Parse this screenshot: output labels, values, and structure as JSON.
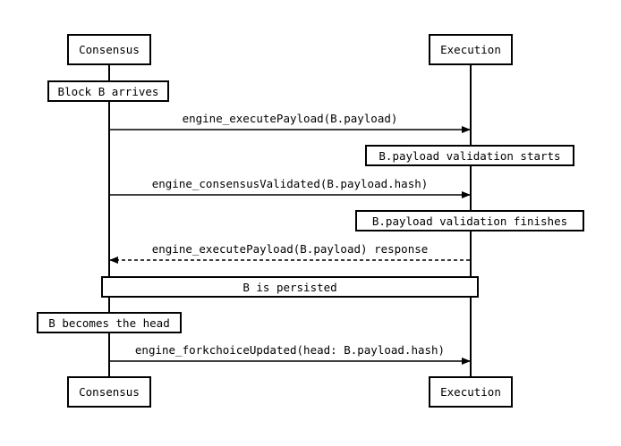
{
  "participants": {
    "consensus": "Consensus",
    "execution": "Execution"
  },
  "notes": {
    "block_arrives": "Block B arrives",
    "validation_starts": "B.payload validation starts",
    "validation_finishes": "B.payload validation finishes",
    "persisted": "B is persisted",
    "becomes_head": "B becomes the head"
  },
  "messages": {
    "execute_payload": "engine_executePayload(B.payload)",
    "consensus_validated": "engine_consensusValidated(B.payload.hash)",
    "execute_payload_response": "engine_executePayload(B.payload) response",
    "forkchoice_updated": "engine_forkchoiceUpdated(head: B.payload.hash)"
  }
}
